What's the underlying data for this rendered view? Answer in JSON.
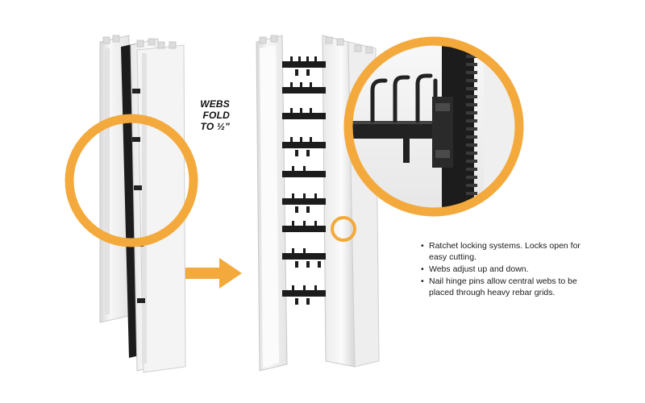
{
  "callout": {
    "lines": [
      "WEBS",
      "FOLD",
      "TO ½\""
    ]
  },
  "features": [
    "Ratchet locking systems. Locks open for easy cutting.",
    "Webs adjust up and down.",
    "Nail hinge pins allow central webs to be placed through heavy rebar grids."
  ],
  "colors": {
    "accent": "#F3A93B",
    "foam": "#F1F1F1",
    "web": "#1C1C1C",
    "text": "#1A1A1A"
  },
  "icons": {
    "arrow": "right-arrow-icon",
    "magnifier_ring": "zoom-circle",
    "highlight_ring": "highlight-circle"
  }
}
